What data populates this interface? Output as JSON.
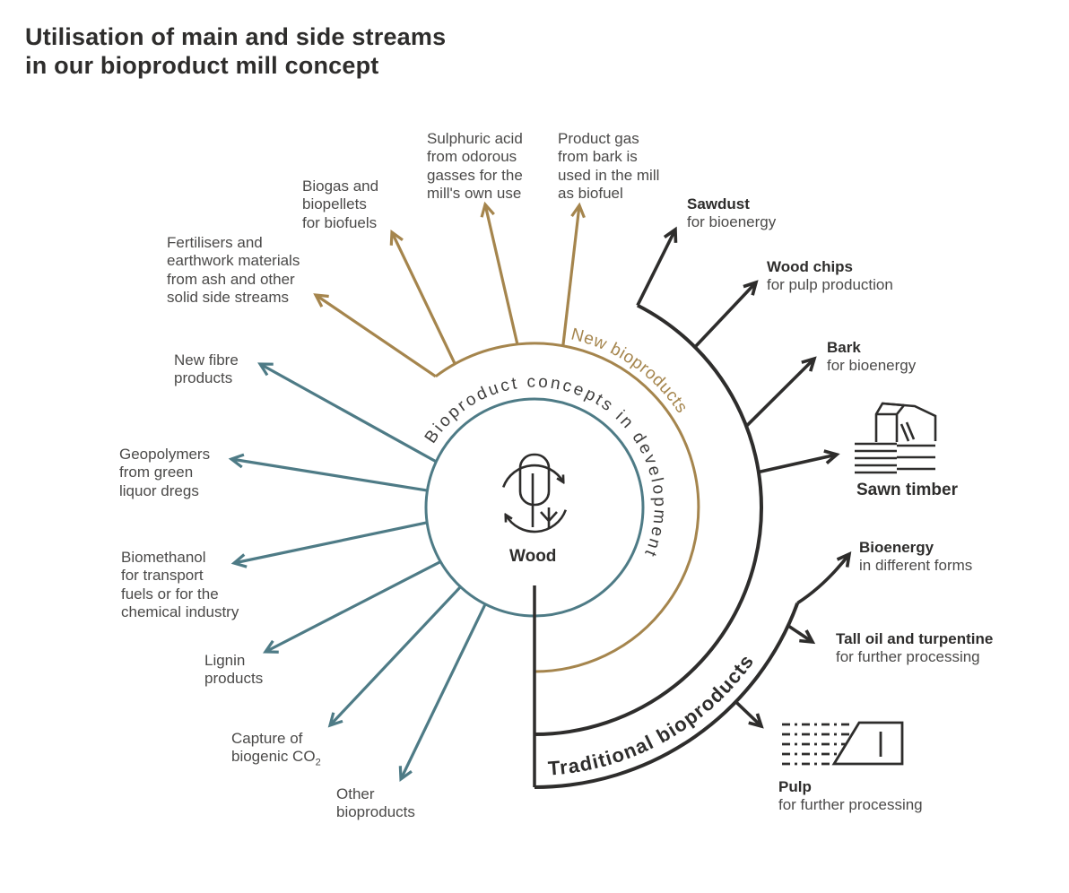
{
  "title": {
    "line1": "Utilisation of main and side streams",
    "line2": "in our bioproduct mill concept"
  },
  "center": {
    "label": "Wood",
    "icon": "tree-cycle-icon"
  },
  "rings": {
    "development": {
      "label": "Bioproduct concepts in development",
      "color": "#4e7b86"
    },
    "new_bioproducts": {
      "label": "New bioproducts",
      "color": "#a5854d"
    },
    "traditional": {
      "label": "Traditional bioproducts",
      "color": "#2e2d2c"
    }
  },
  "development_items": {
    "new_fibre": {
      "lines": [
        "New fibre",
        "products"
      ]
    },
    "geopolymers": {
      "lines": [
        "Geopolymers",
        "from green",
        "liquor dregs"
      ]
    },
    "biomethanol": {
      "lines": [
        "Biomethanol",
        "for transport",
        "fuels or for the",
        "chemical industry"
      ]
    },
    "lignin": {
      "lines": [
        "Lignin",
        "products"
      ]
    },
    "capture": {
      "line1": "Capture of",
      "line2_prefix": "biogenic CO",
      "line2_sub": "2"
    },
    "other": {
      "lines": [
        "Other",
        "bioproducts"
      ]
    }
  },
  "new_bioproduct_items": {
    "fertilisers": {
      "lines": [
        "Fertilisers and",
        "earthwork materials",
        "from ash and other",
        "solid side streams"
      ]
    },
    "biogas": {
      "lines": [
        "Biogas and",
        "biopellets",
        "for biofuels"
      ]
    },
    "sulphuric": {
      "lines": [
        "Sulphuric acid",
        "from odorous",
        "gasses for the",
        "mill's own use"
      ]
    },
    "product_gas": {
      "lines": [
        "Product gas",
        "from bark is",
        "used in the mill",
        "as biofuel"
      ]
    }
  },
  "traditional_items": {
    "sawdust": {
      "title": "Sawdust",
      "subtitle": "for bioenergy"
    },
    "wood_chips": {
      "title": "Wood chips",
      "subtitle": "for pulp production"
    },
    "bark": {
      "title": "Bark",
      "subtitle": "for bioenergy"
    },
    "sawn_timber": {
      "title": "Sawn timber",
      "icon": "sawn-timber-icon"
    },
    "bioenergy": {
      "title": "Bioenergy",
      "subtitle": "in different forms"
    },
    "tall_oil": {
      "title": "Tall oil and turpentine",
      "subtitle": "for further processing"
    },
    "pulp": {
      "title": "Pulp",
      "subtitle": "for further processing",
      "icon": "pulp-bale-icon"
    }
  },
  "colors": {
    "dark": "#2e2d2c",
    "teal": "#4e7b86",
    "gold": "#a5854d",
    "body_text": "#4b4a49"
  }
}
